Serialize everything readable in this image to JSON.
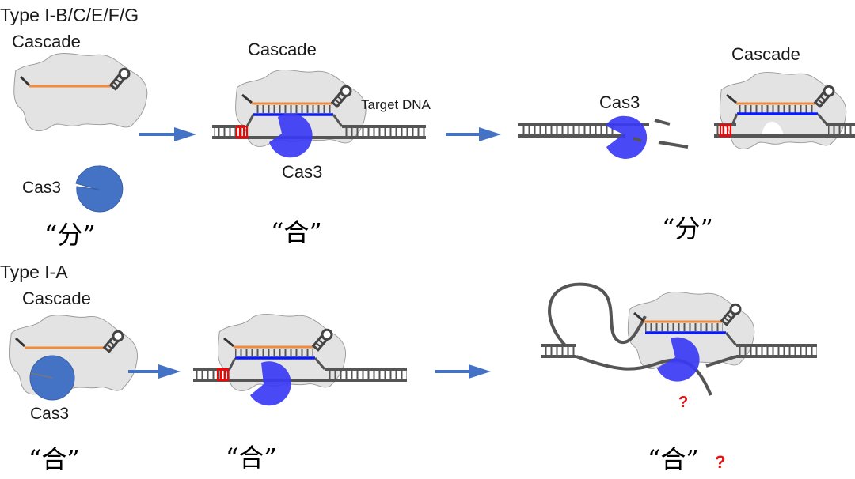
{
  "title_top": "Type I-B/C/E/F/G",
  "title_bottom": "Type I-A",
  "labels": {
    "cascade": "Cascade",
    "cas3": "Cas3",
    "target_dna": "Target DNA"
  },
  "captions": {
    "top_1": "“分”",
    "top_2": "“合”",
    "top_3": "“分”",
    "bottom_1": "“合”",
    "bottom_2": "“合”",
    "bottom_3": "“合”",
    "bottom_3_suffix": "?"
  },
  "question_mark": "?",
  "colors": {
    "cascade_fill": "#e3e3e3",
    "crrna": "#f08a3c",
    "target_strand": "#0a1aff",
    "cas3_free": "#4472c4",
    "cas3_bound": "#3a3af5",
    "pam": "#ff0000",
    "arrow": "#4472c4"
  }
}
